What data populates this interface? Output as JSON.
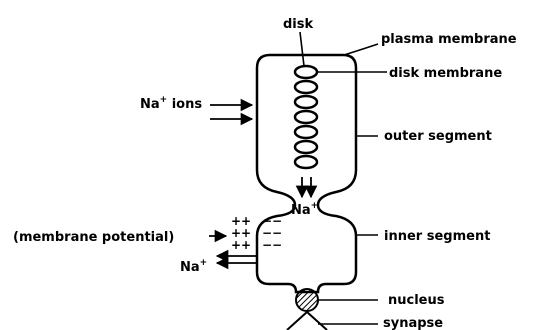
{
  "labels": {
    "disk": "disk",
    "plasma_membrane": "plasma membrane",
    "disk_membrane": "disk membrane",
    "na_ions_base": "Na",
    "na_ions_sup": "+",
    "na_ions_suffix": " ions",
    "outer_segment": "outer segment",
    "na_center_base": "Na",
    "na_center_sup": "+",
    "membrane_potential": "(membrane potential)",
    "plus_top": "++",
    "plus_mid": "++",
    "plus_bot": "++",
    "minus_top": "−−",
    "minus_mid": "−−",
    "minus_bot": "−−",
    "inner_segment": "inner segment",
    "na_bottom_base": "Na",
    "na_bottom_sup": "+",
    "nucleus": "nucleus",
    "synapse": "synapse"
  }
}
